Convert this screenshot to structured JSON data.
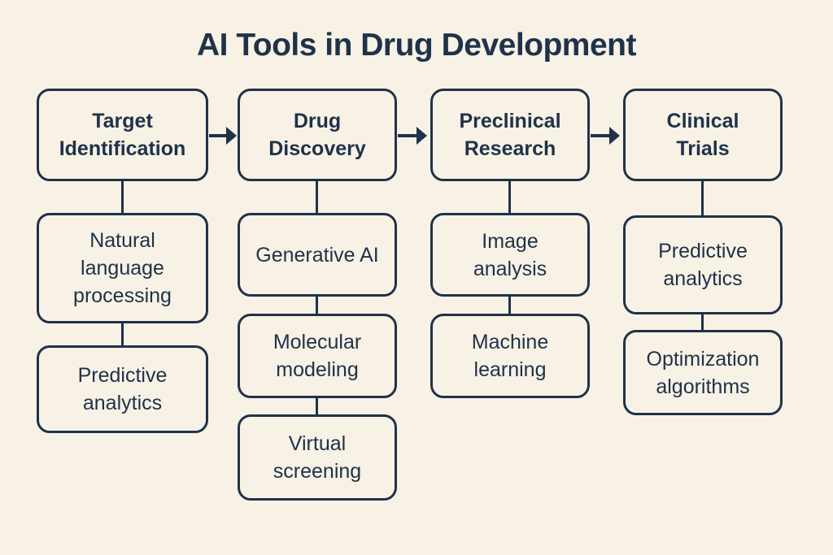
{
  "title": "AI Tools in Drug Development",
  "colors": {
    "background": "#f7f2e5",
    "ink": "#20324a"
  },
  "flow": {
    "direction": "left-to-right",
    "stages": [
      {
        "name": "target-identification",
        "header": "Target\nIdentification",
        "tools": [
          "Natural\nlanguage\nprocessing",
          "Predictive\nanalytics"
        ]
      },
      {
        "name": "drug-discovery",
        "header": "Drug\nDiscovery",
        "tools": [
          "Generative AI",
          "Molecular\nmodeling",
          "Virtual\nscreening"
        ]
      },
      {
        "name": "preclinical-research",
        "header": "Preclinical\nResearch",
        "tools": [
          "Image\nanalysis",
          "Machine\nlearning"
        ]
      },
      {
        "name": "clinical-trials",
        "header": "Clinical\nTrials",
        "tools": [
          "Predictive\nanalytics",
          "Optimization\nalgorithms"
        ]
      }
    ]
  }
}
